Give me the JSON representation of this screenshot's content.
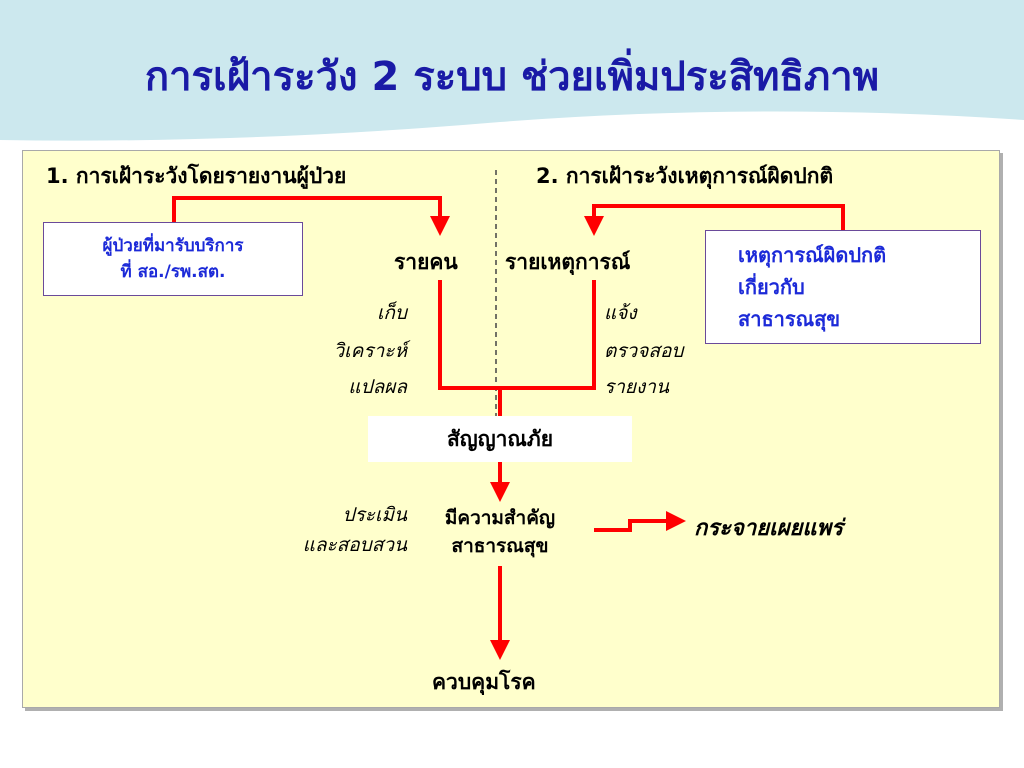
{
  "title": "การเฝ้าระวัง 2 ระบบ ช่วยเพิ่มประสิทธิภาพ",
  "left": {
    "heading": "1. การเฝ้าระวังโดยรายงานผู้ป่วย",
    "source_box": [
      "ผู้ป่วยที่มารับบริการ",
      "ที่  สอ./รพ.สต."
    ],
    "node": "รายคน",
    "steps": [
      "เก็บ",
      "วิเคราะห์",
      "แปลผล"
    ]
  },
  "right": {
    "heading": "2. การเฝ้าระวังเหตุการณ์ผิดปกติ",
    "source_box": [
      "เหตุการณ์ผิดปกติ",
      "เกี่ยวกับ",
      "สาธารณสุข"
    ],
    "node": "รายเหตุการณ์",
    "steps": [
      "แจ้ง",
      "ตรวจสอบ",
      "รายงาน"
    ]
  },
  "signal": "สัญญาณภัย",
  "assess": [
    "ประเมิน",
    "และสอบสวน"
  ],
  "importance": [
    "มีความสำคัญ",
    "สาธารณสุข"
  ],
  "spread": "กระจายเผยแพร่",
  "control": "ควบคุมโรค",
  "colors": {
    "title": "#1a1aa6",
    "box_text": "#1c2ad8",
    "arrow": "#ff0000",
    "panel": "#ffffcc",
    "header": "#cce8ee"
  }
}
